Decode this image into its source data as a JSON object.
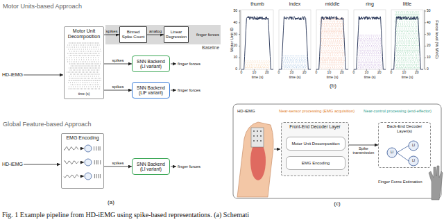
{
  "diagram": {
    "caption": "Fig. 1 Example pipeline from HD-iEMG using spike-based representations. (a) Schemati",
    "nodes": [
      {
        "text": [
          "Motor Unit Decomposition"
        ]
      },
      {
        "text": [
          "Baseline"
        ]
      },
      {
        "text": [
          "Binned Spike Count"
        ],
        "in": 1
      },
      {
        "text": [
          "Linear Regression"
        ],
        "in": 1
      },
      {
        "text": [
          "SNN Backend (LI variant)"
        ]
      },
      {
        "text": [
          "SNN Backend (LIF variant)"
        ]
      },
      {
        "text": [
          "EMG Encoding"
        ]
      },
      {
        "text": [
          "SNN Backend (LI variant)"
        ]
      },
      {
        "text": [
          "Front-End Decoder Layer"
        ]
      },
      {
        "text": [
          "Motor Unit Decomposition"
        ],
        "in": 8
      },
      {
        "text": [
          "EMG Encoding"
        ],
        "in": 8
      },
      {
        "text": [
          "Back-End Decoder Layer(s)"
        ]
      }
    ],
    "edges": [
      {
        "from": 0,
        "to": 2,
        "arrow": "to",
        "label": "spikes"
      },
      {
        "from": 2,
        "to": 3,
        "arrow": "to",
        "label": "analog"
      },
      {
        "from": 0,
        "to": 4,
        "arrow": "to",
        "label": "spikes"
      },
      {
        "from": 0,
        "to": 5,
        "arrow": "to",
        "label": "spikes"
      },
      {
        "from": 6,
        "to": 7,
        "arrow": "to",
        "label": "spikes"
      },
      {
        "from": 8,
        "to": 11,
        "arrow": "to",
        "label": "Spike transmission"
      }
    ],
    "labels": [
      "Motor Units-based Approach",
      "HD-iEMG",
      "time (s)",
      "finger forces",
      "finger forces",
      "finger forces",
      "Global Feature-based Approach",
      "HD-iEMG",
      "finger forces",
      "(a)",
      "thumb",
      "index",
      "middle",
      "ring",
      "little",
      "Motor Unit ID",
      "Force level (% MVC)",
      "0",
      "10",
      "20",
      "30",
      "40",
      "50",
      "0",
      "10",
      "20",
      "30",
      "40",
      "50",
      "0",
      "10",
      "20",
      "time (s)",
      "0",
      "10",
      "20",
      "time (s)",
      "0",
      "10",
      "20",
      "time (s)",
      "0",
      "10",
      "20",
      "time (s)",
      "0",
      "10",
      "20",
      "time (s)",
      "(b)",
      "HD-iEMG",
      "Near-sensor processing (EMG acquisition)",
      "Near-control processing (end-effector)",
      "LI",
      "LI",
      "LI",
      "Finger Force Estimation",
      "(c)"
    ]
  }
}
